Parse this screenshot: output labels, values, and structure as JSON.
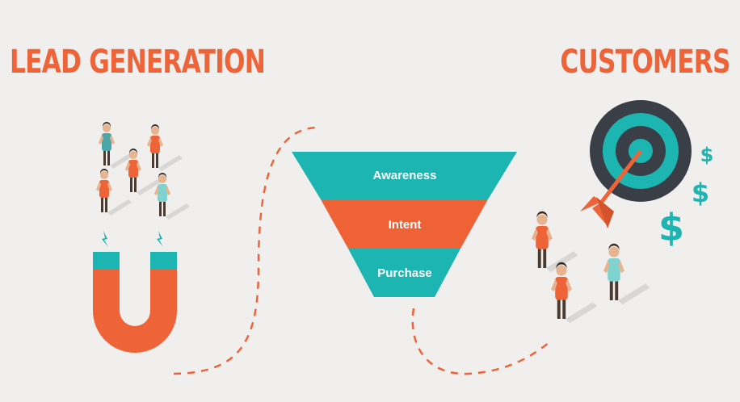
{
  "titles": {
    "left": "LEAD GENERATION",
    "right": "CUSTOMERS"
  },
  "funnel": {
    "stages": [
      {
        "label": "Awareness",
        "color": "#1db5b2"
      },
      {
        "label": "Intent",
        "color": "#ee6236"
      },
      {
        "label": "Purchase",
        "color": "#1db5b2"
      }
    ]
  },
  "dollars": [
    "$",
    "$",
    "$"
  ],
  "colors": {
    "accent": "#ef6339",
    "teal": "#1db5b2",
    "dark": "#3a3f47",
    "background": "#f0efee"
  },
  "icons": [
    "magnet-icon",
    "target-icon",
    "arrow-icon",
    "person-icon",
    "dollar-icon"
  ]
}
